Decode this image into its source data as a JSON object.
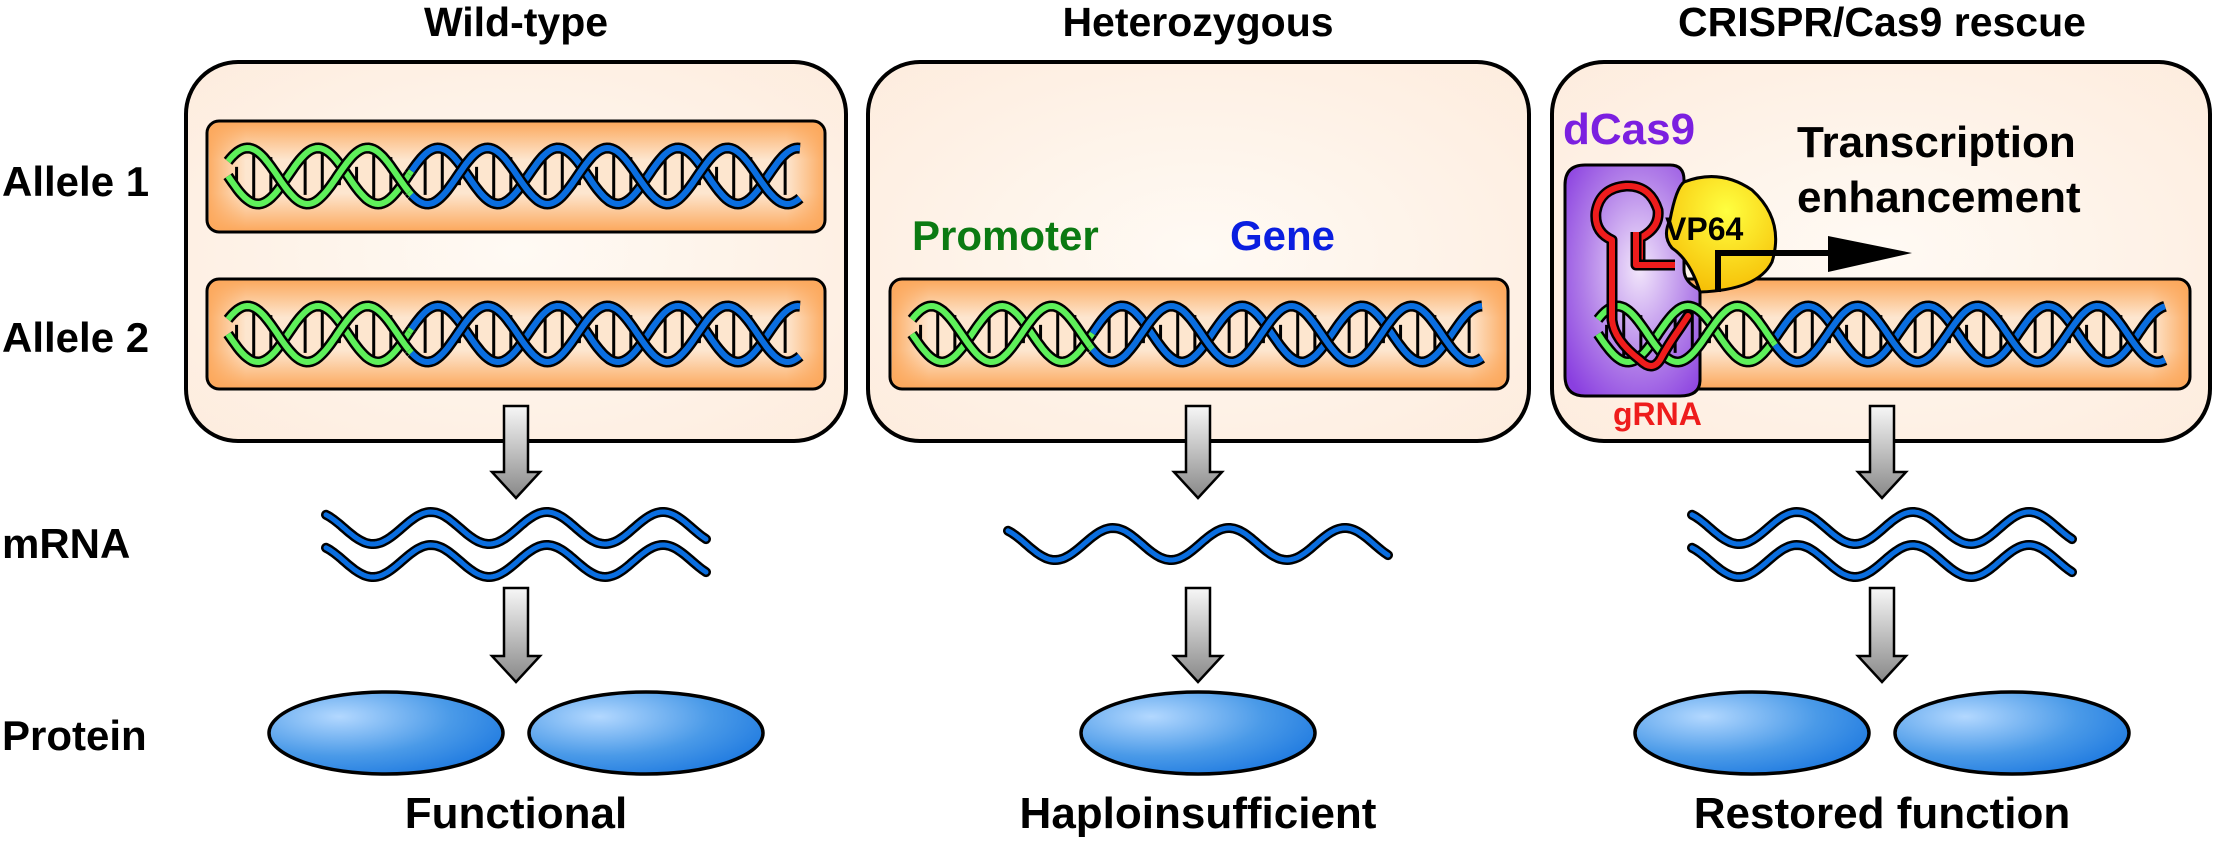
{
  "columns": [
    {
      "id": "wild-type",
      "title": "Wild-type",
      "outcome": "Functional",
      "alleles": 2,
      "mrna_copies": 2,
      "protein_copies": 2
    },
    {
      "id": "heterozygous",
      "title": "Heterozygous",
      "outcome": "Haploinsufficient",
      "alleles": 1,
      "mrna_copies": 1,
      "protein_copies": 1,
      "promoter_label": "Promoter",
      "gene_label": "Gene"
    },
    {
      "id": "crispr-rescue",
      "title": "CRISPR/Cas9 rescue",
      "outcome": "Restored function",
      "alleles": 1,
      "mrna_copies": 2,
      "protein_copies": 2,
      "dcas9_label": "dCas9",
      "vp64_label": "VP64",
      "grna_label": "gRNA",
      "enhancement_label_line1": "Transcription",
      "enhancement_label_line2": "enhancement"
    }
  ],
  "row_labels": {
    "allele1": "Allele 1",
    "allele2": "Allele 2",
    "mrna": "mRNA",
    "protein": "Protein"
  },
  "colors": {
    "promoter": "#5ef05a",
    "promoter_text": "#0b7a12",
    "gene": "#0a6ee0",
    "gene_text": "#0a1ee0",
    "dcas9": "#8a2be2",
    "dcas9_text": "#7b1fe0",
    "vp64": "#ffd21a",
    "grna": "#ee1c1c",
    "panel_fill": "#fdf0e4",
    "chromatin_fill": "#fbb26c",
    "protein": "#2f8ae8"
  }
}
